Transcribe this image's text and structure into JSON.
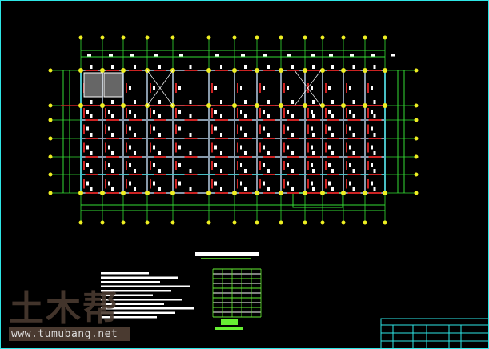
{
  "watermark": {
    "logo": "土木帮",
    "url": "www.tumubang.net"
  },
  "colors": {
    "axis": "#33dd33",
    "bubble": "#eeee22",
    "beam": "#cc2222",
    "grid": "#8899aa",
    "frame": "#2ee6e6",
    "text": "#ffffff",
    "table": "#66ee33"
  },
  "plan": {
    "column_axes": 14,
    "row_axes": 7
  }
}
